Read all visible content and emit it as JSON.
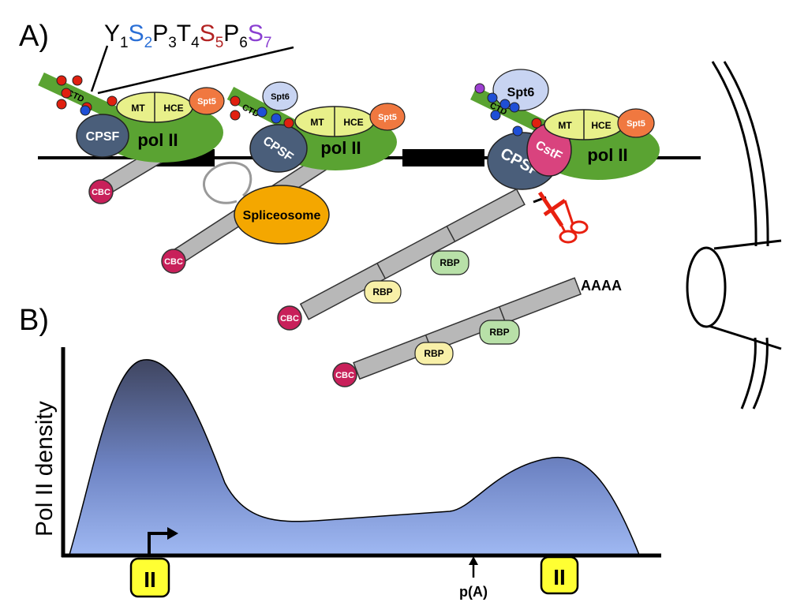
{
  "panel_a": {
    "label": "A)",
    "ctd_sequence": [
      {
        "letter": "Y",
        "index": "1",
        "color": "#000000"
      },
      {
        "letter": "S",
        "index": "2",
        "color": "#2a6fd6"
      },
      {
        "letter": "P",
        "index": "3",
        "color": "#000000"
      },
      {
        "letter": "T",
        "index": "4",
        "color": "#000000"
      },
      {
        "letter": "S",
        "index": "5",
        "color": "#b22222"
      },
      {
        "letter": "P",
        "index": "6",
        "color": "#000000"
      },
      {
        "letter": "S",
        "index": "7",
        "color": "#8a3fd1"
      }
    ],
    "labels": {
      "ctd": "CTD",
      "pol2": "pol II",
      "cpsf": "CPSF",
      "cstf": "CstF",
      "mt": "MT",
      "hce": "HCE",
      "spt5": "Spt5",
      "spt6": "Spt6",
      "cbc": "CBC",
      "spliceosome": "Spliceosome",
      "rbp": "RBP",
      "polya_tail": "AAAA"
    }
  },
  "panel_b": {
    "label": "B)",
    "y_axis_title": "Pol II density",
    "pause_marker": "II",
    "polya_site": "p(A)"
  },
  "colors": {
    "pol2_green": "#5aa332",
    "cpsf_slate": "#4a5e7a",
    "cstf_pink": "#d9437e",
    "mt_hce_yellow": "#e8f08a",
    "spt5_orange": "#f07840",
    "spt6_lavender": "#c8d4f2",
    "cbc_magenta": "#c8205a",
    "spliceosome_orange": "#f4a700",
    "rbp_yellow": "#f8f0a8",
    "rbp_green": "#b8e0a8",
    "rna_gray": "#b8b8b8",
    "phospho_red": "#e02010",
    "phospho_blue": "#1f4fd6",
    "phospho_purple": "#9c3fd1",
    "pause_yellow": "#ffff33",
    "scissors_red": "#e82010"
  }
}
